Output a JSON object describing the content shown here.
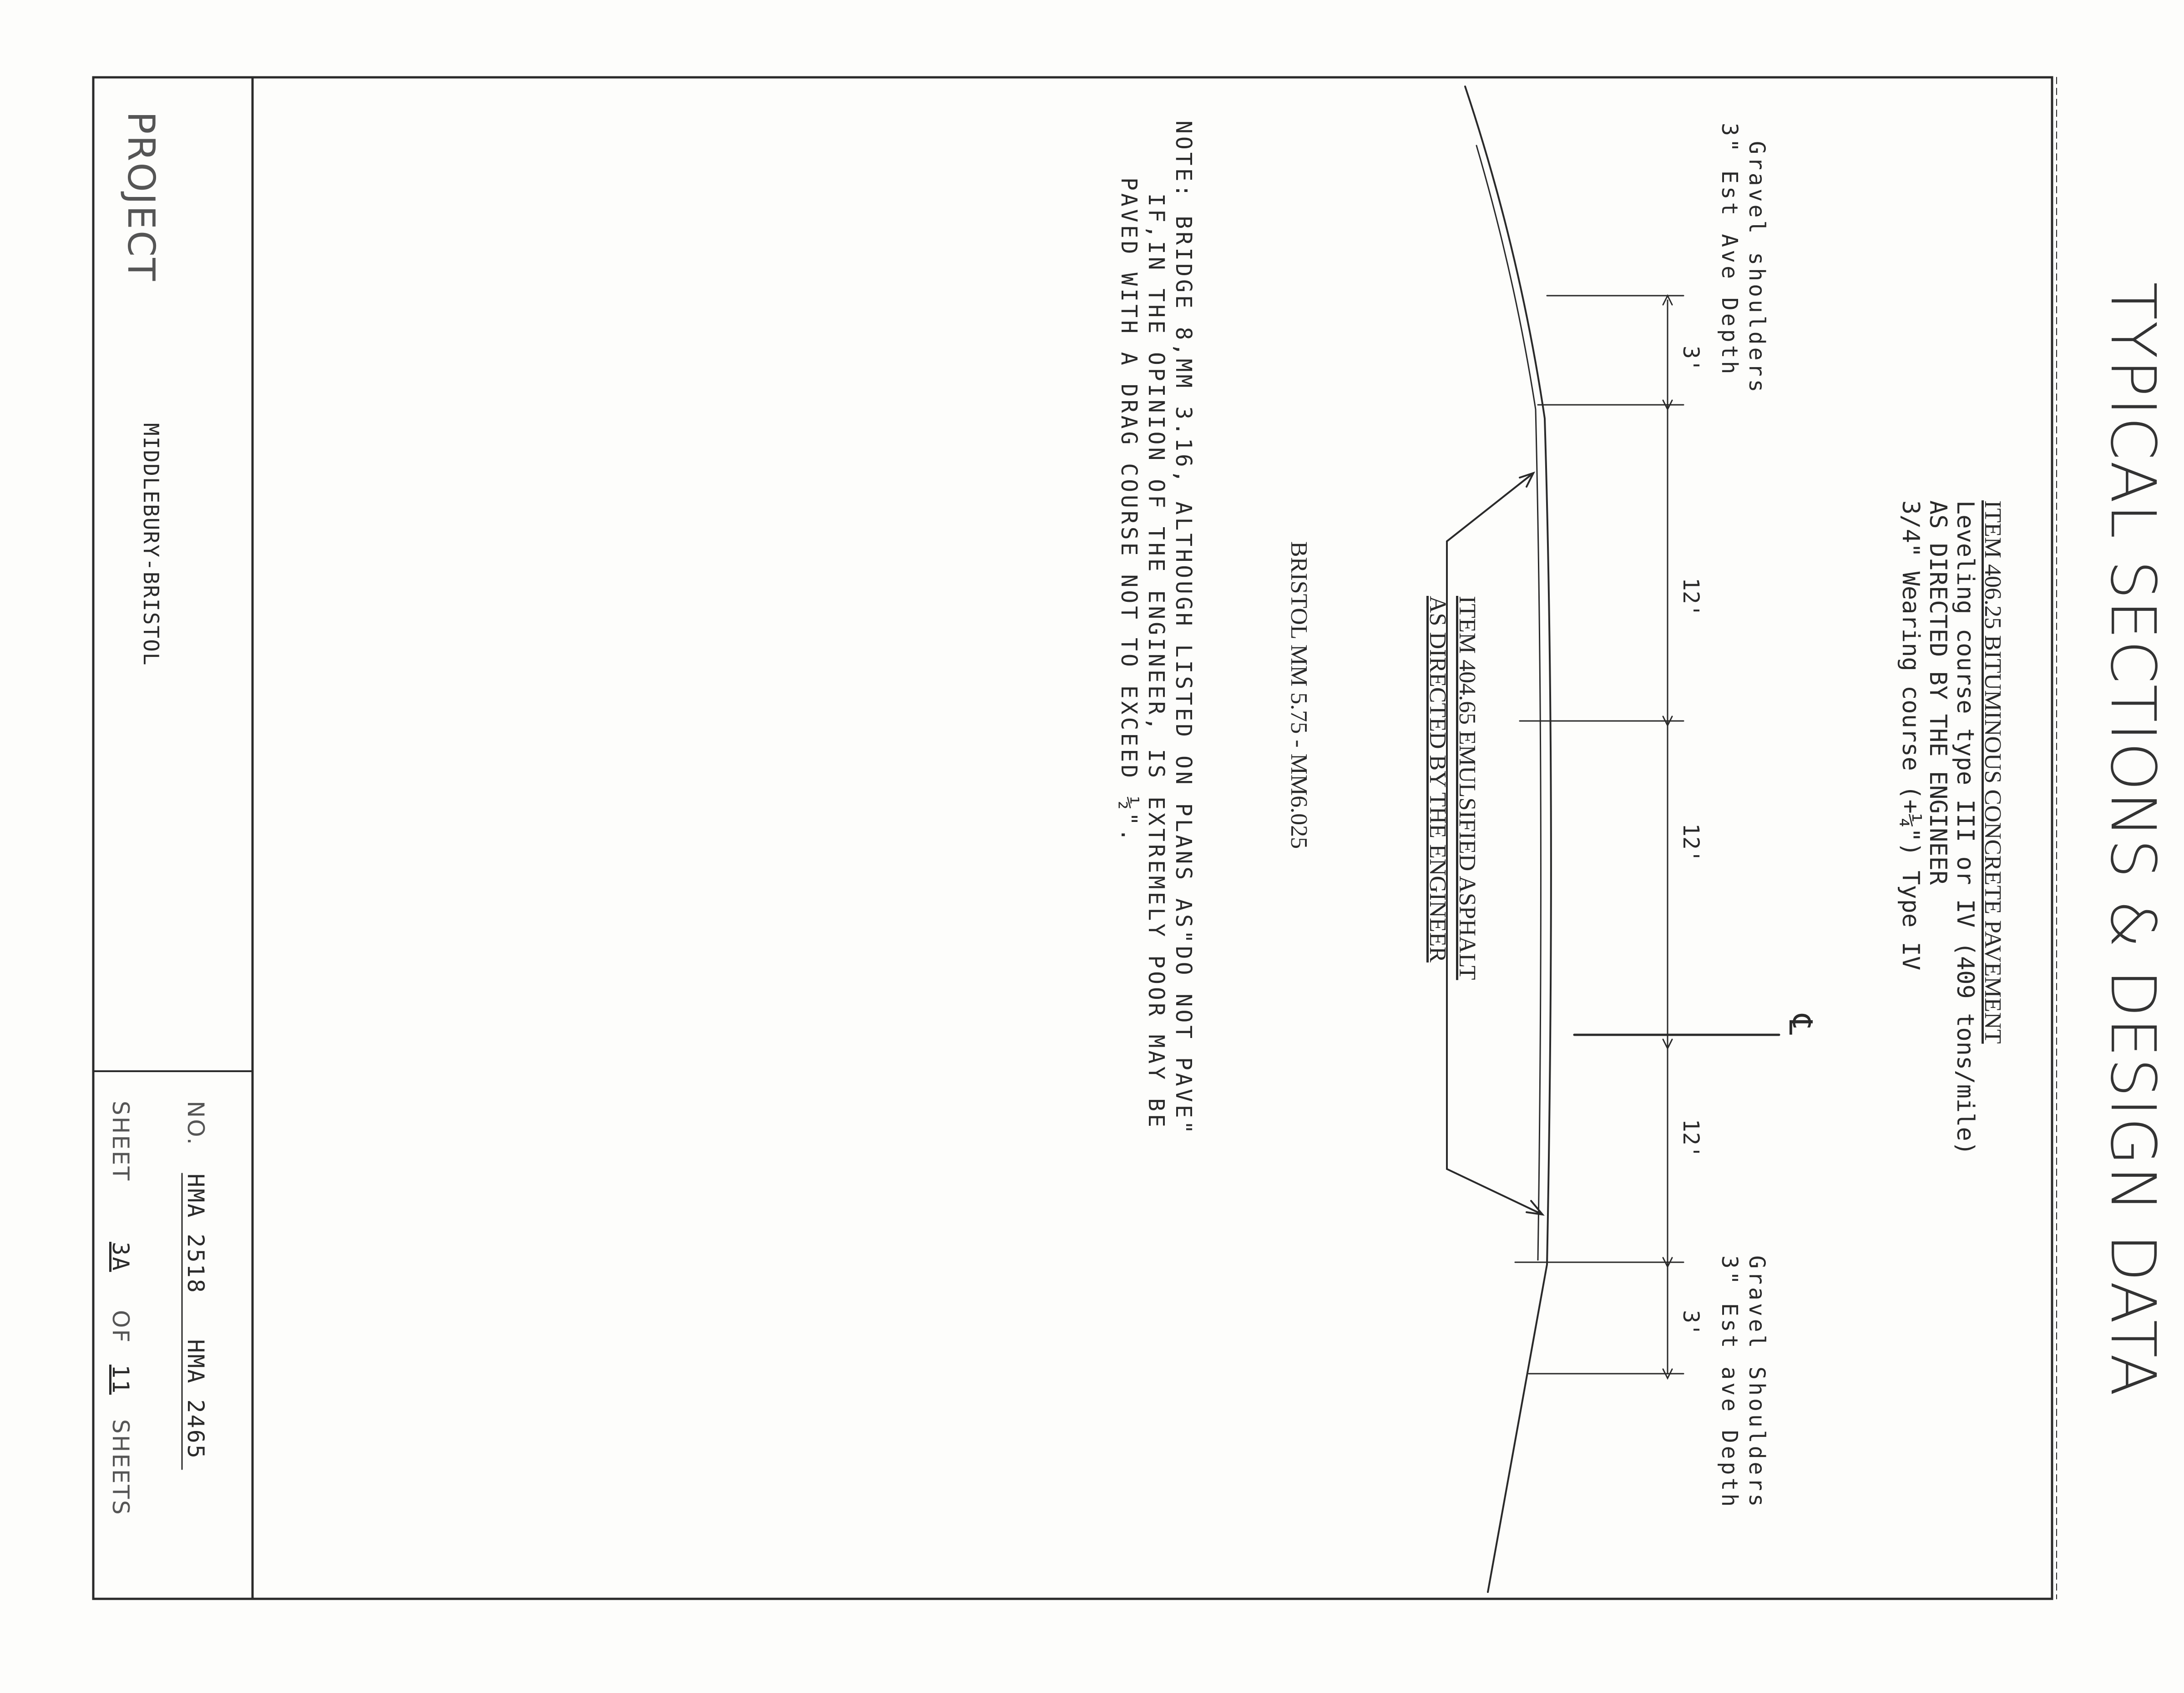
{
  "title": "TYPICAL SECTIONS & DESIGN DATA",
  "pavement_note": {
    "line1": "ITEM 406.25 BITUMINOUS CONCRETE PAVEMENT",
    "line2": "Leveling course type III or IV (409 tons/mile)",
    "line3": "AS DIRECTED BY THE ENGINEER",
    "line4": "3/4\" Wearing course (+¼\") Type IV"
  },
  "shoulder_left": {
    "line1": "Gravel shoulders",
    "line2": "3\" Est Ave Depth"
  },
  "shoulder_right": {
    "line1": "Gravel Shoulders",
    "line2": "3\" Est ave Depth"
  },
  "dimensions": {
    "shoulder_left": "3'",
    "lane_1": "12'",
    "lane_2": "12'",
    "lane_3": "12'",
    "shoulder_right": "3'"
  },
  "centerline_symbol": "℄",
  "emulsified_note": {
    "line1": "ITEM 404.65 EMULSIFIED ASPHALT",
    "line2": "AS DIRECTED BY THE ENGINEER"
  },
  "location": "BRISTOL MM 5.75 - MM6.025",
  "bridge_note": {
    "line1": "NOTE: BRIDGE 8,MM 3.16, ALTHOUGH LISTED ON PLANS AS\"DO NOT PAVE\"",
    "line2": "IF,IN THE OPINION OF THE ENGINEER, IS EXTREMELY POOR MAY BE",
    "line3": "PAVED WITH A DRAG COURSE NOT TO EXCEED ½\"."
  },
  "project": {
    "label": "PROJECT",
    "name": "MIDDLEBURY-BRISTOL",
    "no_label": "NO.",
    "no_value": "HMA 2518   HMA 2465",
    "sheet_label": "SHEET",
    "sheet_no": "3A",
    "of_label": "OF",
    "total_sheets": "11",
    "sheets_label": "SHEETS"
  },
  "colors": {
    "ink": "#2a2a2a",
    "paper": "#fdfdfb"
  }
}
